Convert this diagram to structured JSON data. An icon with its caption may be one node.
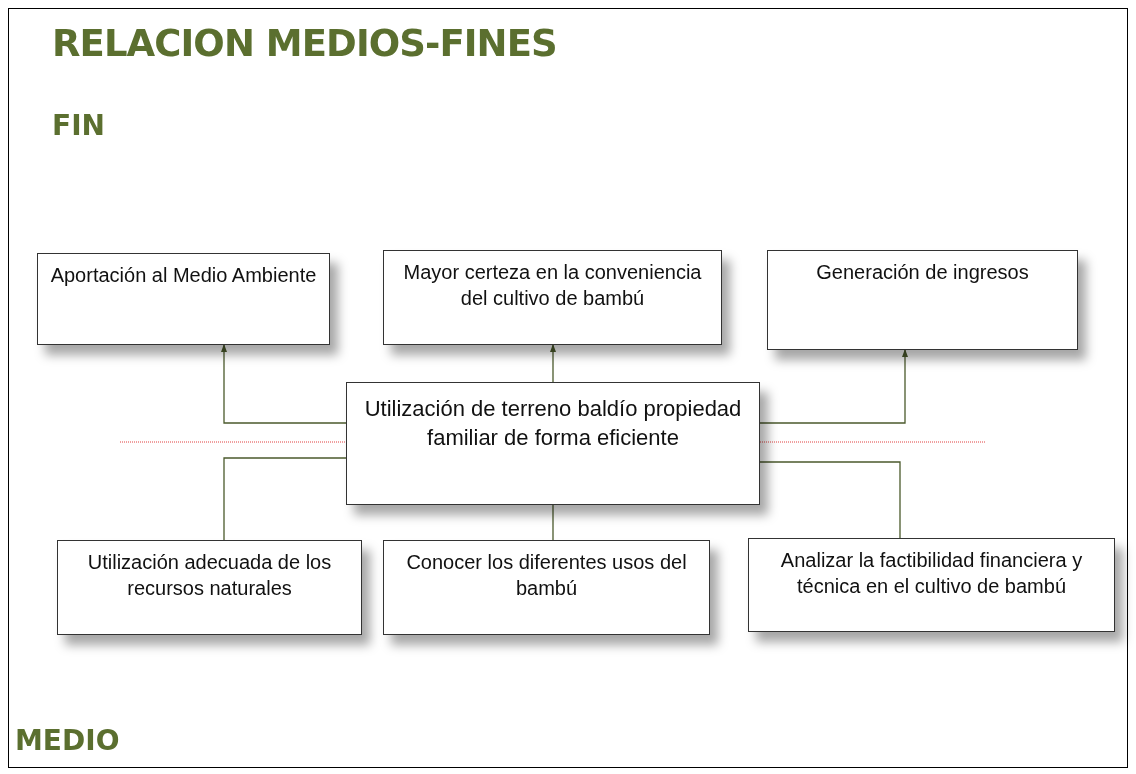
{
  "diagram": {
    "title": "RELACION MEDIOS-FINES",
    "nodes": [
      {
        "text": [
          "Aportación al Medio Ambiente"
        ]
      },
      {
        "text": [
          "Mayor certeza en la conveniencia del cultivo de bambú"
        ]
      },
      {
        "text": [
          "Generación de ingresos"
        ]
      },
      {
        "text": [
          "Utilización de terreno baldío propiedad familiar de forma eficiente"
        ]
      },
      {
        "text": [
          "Utilización adecuada de los recursos naturales"
        ]
      },
      {
        "text": [
          "Conocer los diferentes usos del bambú"
        ]
      },
      {
        "text": [
          "Analizar la factibilidad financiera y técnica en el cultivo de bambú"
        ]
      }
    ],
    "edges": [
      {
        "from": 3,
        "to": 0,
        "arrow": "to"
      },
      {
        "from": 3,
        "to": 1,
        "arrow": "to"
      },
      {
        "from": 3,
        "to": 2,
        "arrow": "to"
      },
      {
        "from": 4,
        "to": 3,
        "arrow": "none"
      },
      {
        "from": 5,
        "to": 3,
        "arrow": "none"
      },
      {
        "from": 6,
        "to": 3,
        "arrow": "none"
      }
    ],
    "labels": [
      "FIN",
      "MEDIO"
    ]
  }
}
